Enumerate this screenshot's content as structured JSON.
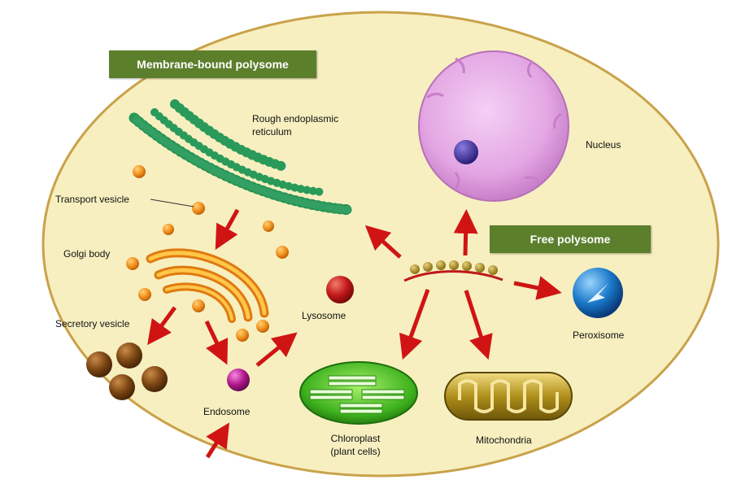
{
  "banners": {
    "membrane_bound": "Membrane-bound polysome",
    "free": "Free polysome"
  },
  "labels": {
    "rough_er_line1": "Rough endoplasmic",
    "rough_er_line2": "reticulum",
    "nucleus": "Nucleus",
    "transport_vesicle": "Transport vesicle",
    "golgi_body": "Golgi body",
    "secretory_vesicle": "Secretory vesicle",
    "lysosome": "Lysosome",
    "endosome": "Endosome",
    "chloroplast_line1": "Chloroplast",
    "chloroplast_line2": "(plant cells)",
    "mitochondria": "Mitochondria",
    "peroxisome": "Peroxisome"
  },
  "colors": {
    "cell_fill": "#f7efc0",
    "cell_border": "#c9a24a",
    "banner": "#5c7f2c",
    "arrow": "#d01414",
    "ribosome": "#2a9a5a",
    "nucleus": "#e3a6e3",
    "vesicle": "#f2901c",
    "secretory": "#7a4512",
    "lysosome": "#c0181a",
    "endosome": "#b0188c",
    "chloroplast": "#3fb21e",
    "mitochondria": "#b08f1a",
    "peroxisome": "#1a78c8"
  }
}
